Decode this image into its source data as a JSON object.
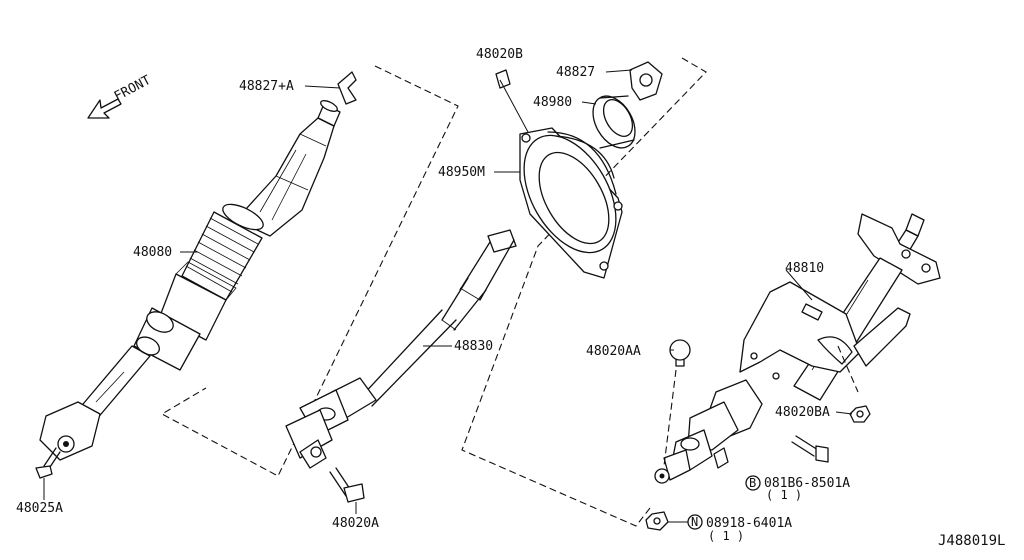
{
  "diagram": {
    "direction_label": "FRONT",
    "drawing_code": "J488019L",
    "callouts": {
      "p48827a": "48827+A",
      "p48020b": "48020B",
      "p48827": "48827",
      "p48980": "48980",
      "p48950m": "48950M",
      "p48080": "48080",
      "p48810": "48810",
      "p48830": "48830",
      "p48020aa": "48020AA",
      "p48020ba": "48020BA",
      "p48025a": "48025A",
      "p48020a": "48020A",
      "p081b6": "081B6-8501A",
      "p081b6_qty": "( 1 )",
      "p08918": "08918-6401A",
      "p08918_qty": "( 1 )",
      "badge_b": "B",
      "badge_n": "N"
    }
  }
}
